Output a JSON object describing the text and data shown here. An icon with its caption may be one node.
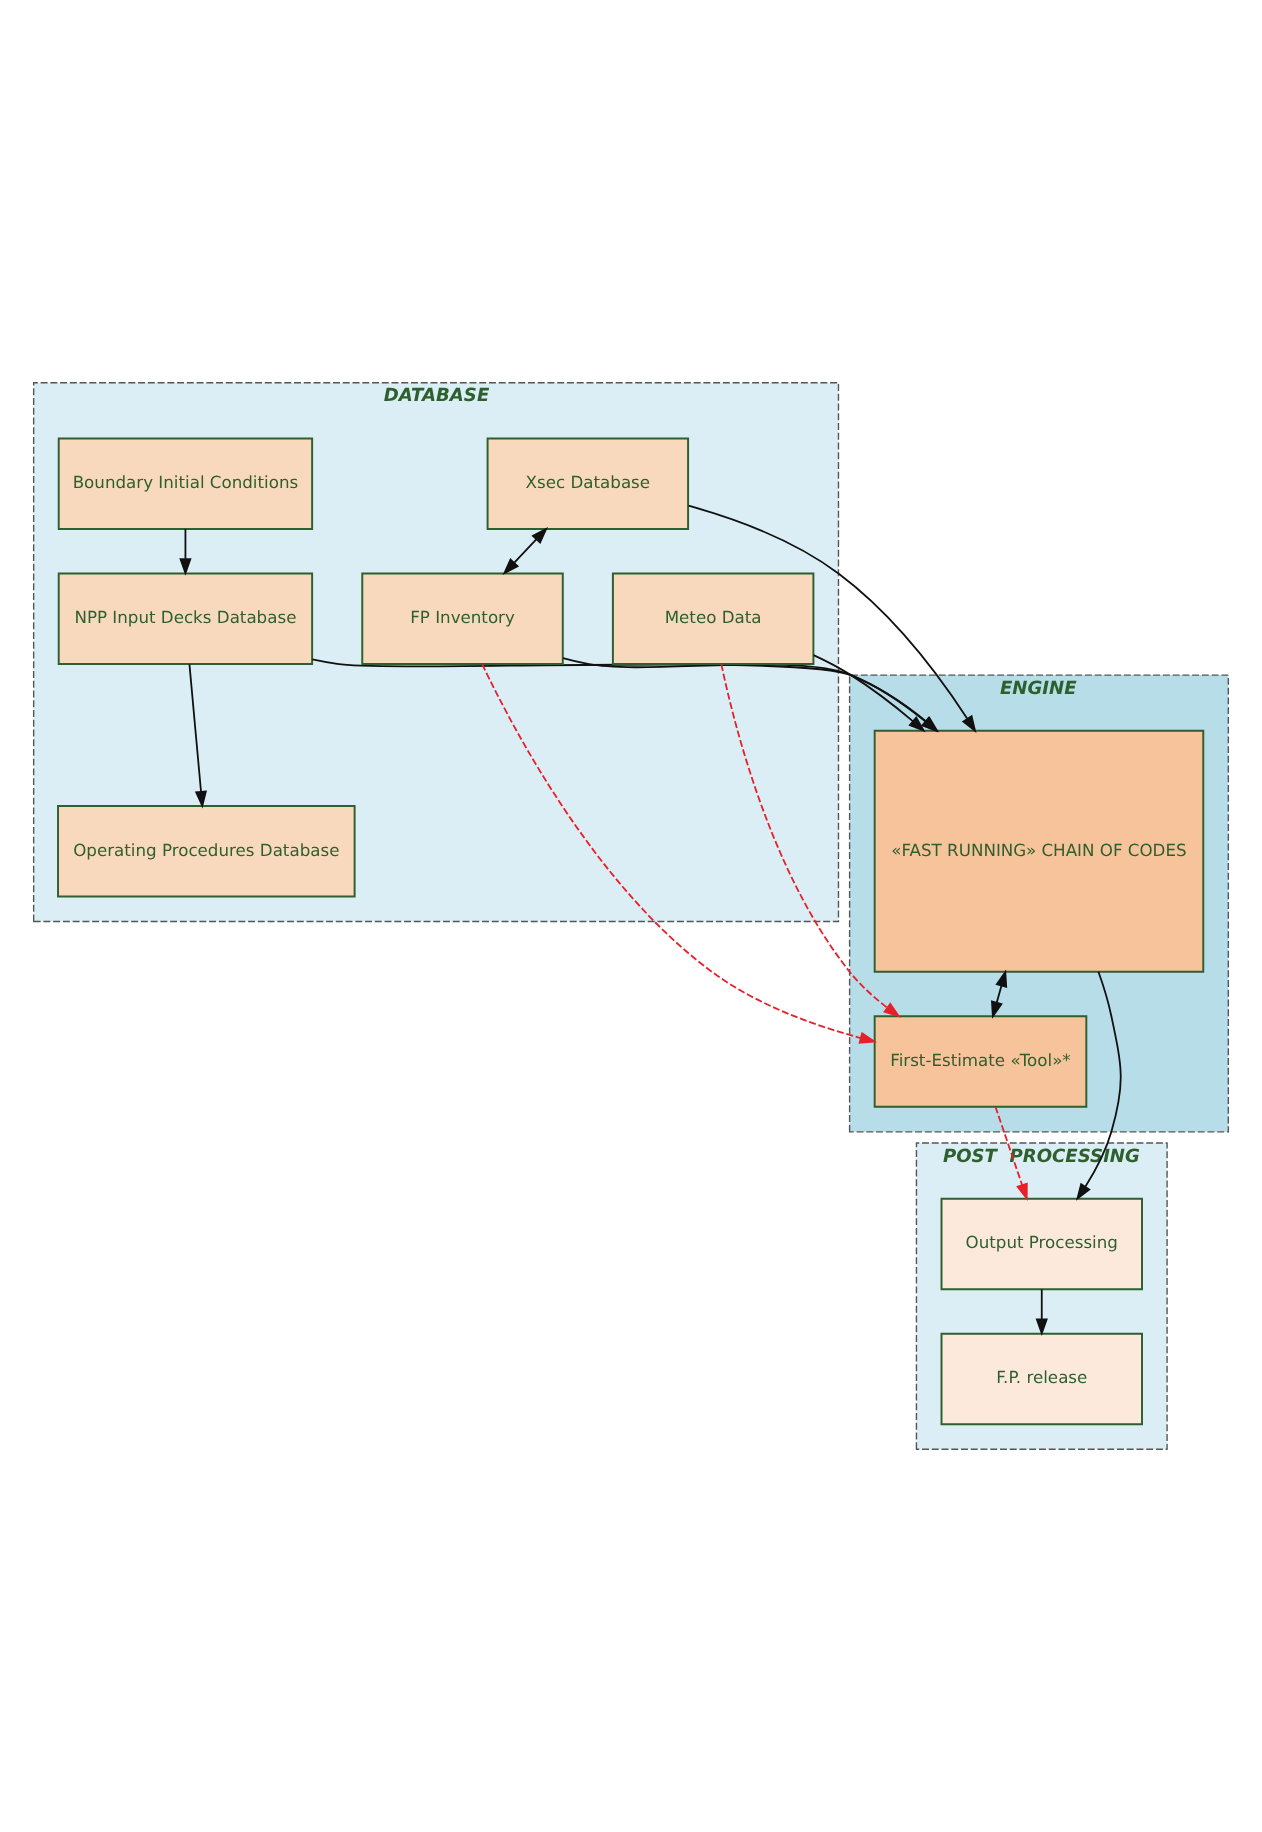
{
  "diagram": {
    "nodes": [
      {
        "text": [
          "DATABASE"
        ]
      },
      {
        "text": [
          "ENGINE"
        ]
      },
      {
        "text": [
          "POST  PROCESSING"
        ]
      },
      {
        "text": [
          "Boundary Initial Conditions"
        ],
        "in": 0
      },
      {
        "text": [
          "NPP Input Decks Database"
        ],
        "in": 0
      },
      {
        "text": [
          "Operating Procedures Database"
        ],
        "in": 0
      },
      {
        "text": [
          "Xsec Database"
        ],
        "in": 0
      },
      {
        "text": [
          "FP Inventory"
        ],
        "in": 0
      },
      {
        "text": [
          "Meteo Data"
        ],
        "in": 0
      },
      {
        "text": [
          "«FAST RUNNING» CHAIN OF CODES"
        ],
        "in": 1
      },
      {
        "text": [
          "First-Estimate «Tool»*"
        ],
        "in": 1
      },
      {
        "text": [
          "F.P. release"
        ],
        "in": 2
      },
      {
        "text": [
          "Output Processing"
        ],
        "in": 2
      }
    ],
    "edges": [
      {
        "from": 3,
        "to": 4,
        "arrow": "to"
      },
      {
        "from": 4,
        "to": 9,
        "arrow": "to"
      },
      {
        "from": 4,
        "to": 5,
        "arrow": "to"
      },
      {
        "from": 6,
        "to": 9,
        "arrow": "to"
      },
      {
        "from": 6,
        "to": 7,
        "arrow": "both"
      },
      {
        "from": 7,
        "to": 9,
        "arrow": "to"
      },
      {
        "from": 9,
        "to": 10,
        "arrow": "both"
      },
      {
        "from": 8,
        "to": 9,
        "arrow": "to"
      },
      {
        "from": 9,
        "to": 12,
        "arrow": "to"
      },
      {
        "from": 12,
        "to": 11,
        "arrow": "to"
      },
      {
        "from": 7,
        "to": 10,
        "arrow": "to",
        "style": "dashed",
        "color": "#e8202a"
      },
      {
        "from": 8,
        "to": 10,
        "arrow": "to",
        "style": "dashed",
        "color": "#e8202a"
      },
      {
        "from": 10,
        "to": 12,
        "arrow": "to",
        "style": "dashed",
        "color": "#e8202a"
      }
    ]
  }
}
